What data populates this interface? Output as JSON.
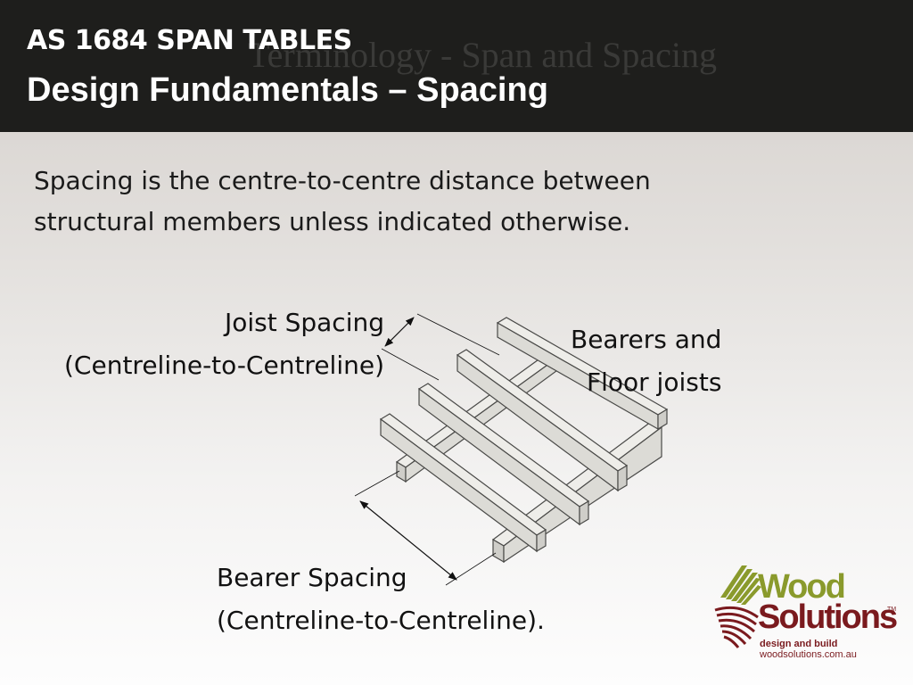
{
  "slide": {
    "ghost_title": "Terminology - Span and Spacing",
    "title_line1": "AS 1684 SPAN TABLES",
    "title_line2": "Design Fundamentals – Spacing",
    "body_line1": "Spacing is the centre-to-centre distance between",
    "body_line2": "structural members unless indicated otherwise."
  },
  "diagram": {
    "joist_spacing_line1": "Joist Spacing",
    "joist_spacing_line2": "(Centreline-to-Centreline)",
    "bearers_line1": "Bearers and",
    "bearers_line2": "Floor joists",
    "bearer_spacing_line1": "Bearer Spacing",
    "bearer_spacing_line2": "(Centreline-to-Centreline).",
    "member_fill": "#dcdbd6",
    "member_top": "#eeede9",
    "member_stroke": "#4a4a48"
  },
  "logo": {
    "word1": "Wood",
    "word2": "Solutions",
    "tm": "TM",
    "tagline": "design and build",
    "url": "woodsolutions.com.au",
    "green": "#8a9a2c",
    "maroon": "#7a1a1e"
  }
}
